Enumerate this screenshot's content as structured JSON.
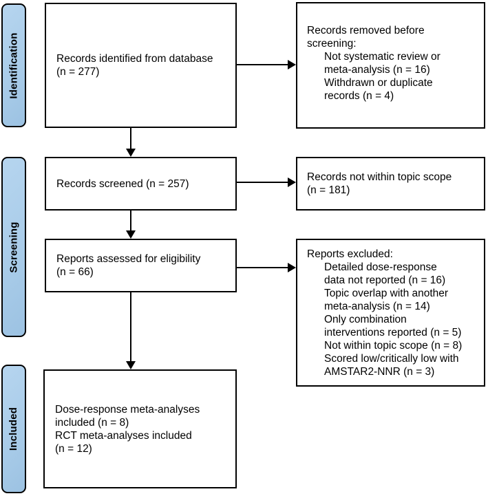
{
  "sidebar": {
    "stages": [
      {
        "id": "identification",
        "label": "Identification"
      },
      {
        "id": "screening",
        "label": "Screening"
      },
      {
        "id": "included",
        "label": "Included"
      }
    ]
  },
  "flow": {
    "main_boxes": [
      {
        "text": "Records identified from database\n(n = 277)"
      },
      {
        "text": "Records screened (n = 257)"
      },
      {
        "text": "Reports assessed for eligibility\n(n = 66)"
      },
      {
        "text": "Dose-response meta-analyses\nincluded (n = 8)\nRCT meta-analyses included\n(n = 12)"
      }
    ],
    "side_boxes": [
      {
        "title": "Records removed before\nscreening:",
        "items": [
          "Not systematic review or\nmeta-analysis (n = 16)",
          "Withdrawn or duplicate\nrecords (n = 4)"
        ]
      },
      {
        "text": "Records not within topic scope\n(n = 181)"
      },
      {
        "title": "Reports excluded:",
        "items": [
          "Detailed dose-response\ndata not reported (n = 16)",
          "Topic overlap with another\nmeta-analysis (n = 14)",
          "Only combination\ninterventions reported (n = 5)",
          "Not within topic scope (n = 8)",
          "Scored low/critically low with\nAMSTAR2-NNR (n = 3)"
        ]
      }
    ]
  },
  "colors": {
    "stage_fill": "#A9CCE9",
    "box_fill": "#FFFFFF",
    "border": "#000000",
    "text": "#000000",
    "background": "#FFFFFF"
  }
}
